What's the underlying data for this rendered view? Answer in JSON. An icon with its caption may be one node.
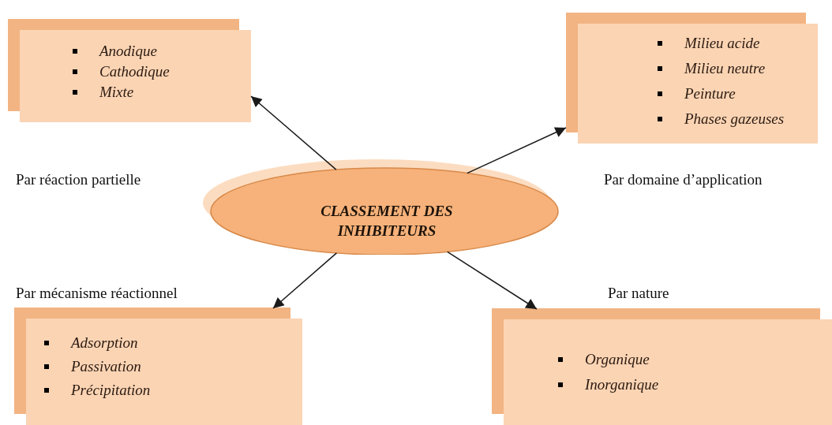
{
  "diagram": {
    "nodes": [
      {
        "text": [
          "Anodique",
          "Cathodique",
          "Mixte"
        ],
        "beside": [
          "Par réaction partielle"
        ]
      },
      {
        "text": [
          "Milieu acide",
          "Milieu neutre",
          "Peinture",
          "Phases gazeuses"
        ],
        "beside": [
          "Par domaine d’application"
        ]
      },
      {
        "text": [
          "CLASSEMENT DES INHIBITEURS"
        ]
      },
      {
        "text": [
          "Adsorption",
          "Passivation",
          "Précipitation"
        ],
        "beside": [
          "Par mécanisme réactionnel"
        ]
      },
      {
        "text": [
          "Organique",
          "Inorganique"
        ],
        "beside": [
          "Par nature"
        ]
      }
    ],
    "edges": [
      {
        "from": 2,
        "to": 0,
        "arrow": "to"
      },
      {
        "from": 2,
        "to": 1,
        "arrow": "to"
      },
      {
        "from": 2,
        "to": 3,
        "arrow": "to"
      },
      {
        "from": 2,
        "to": 4,
        "arrow": "to"
      }
    ]
  }
}
